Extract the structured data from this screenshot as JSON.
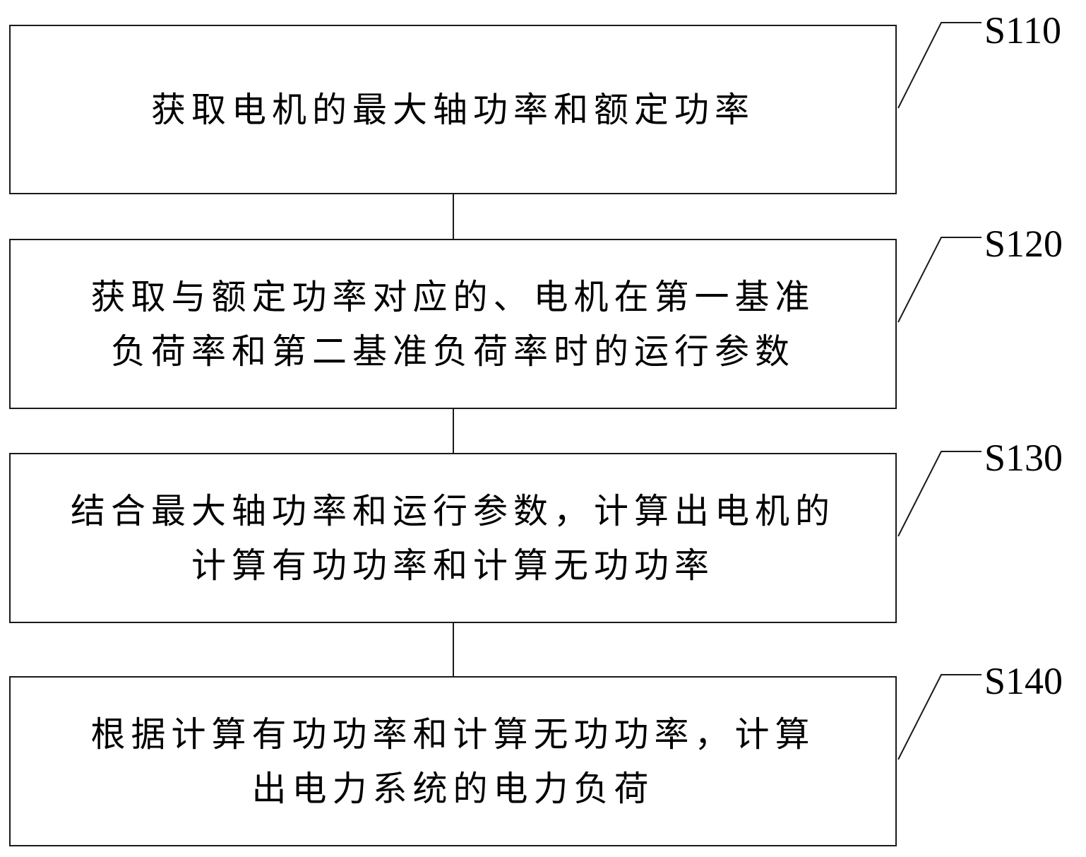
{
  "steps": [
    {
      "label": "S110",
      "lines": [
        "获取电机的最大轴功率和额定功率"
      ]
    },
    {
      "label": "S120",
      "lines": [
        "获取与额定功率对应的、电机在第一基准",
        "负荷率和第二基准负荷率时的运行参数"
      ]
    },
    {
      "label": "S130",
      "lines": [
        "结合最大轴功率和运行参数，计算出电机的",
        "计算有功功率和计算无功功率"
      ]
    },
    {
      "label": "S140",
      "lines": [
        "根据计算有功功率和计算无功功率，计算",
        "出电力系统的电力负荷"
      ]
    }
  ]
}
